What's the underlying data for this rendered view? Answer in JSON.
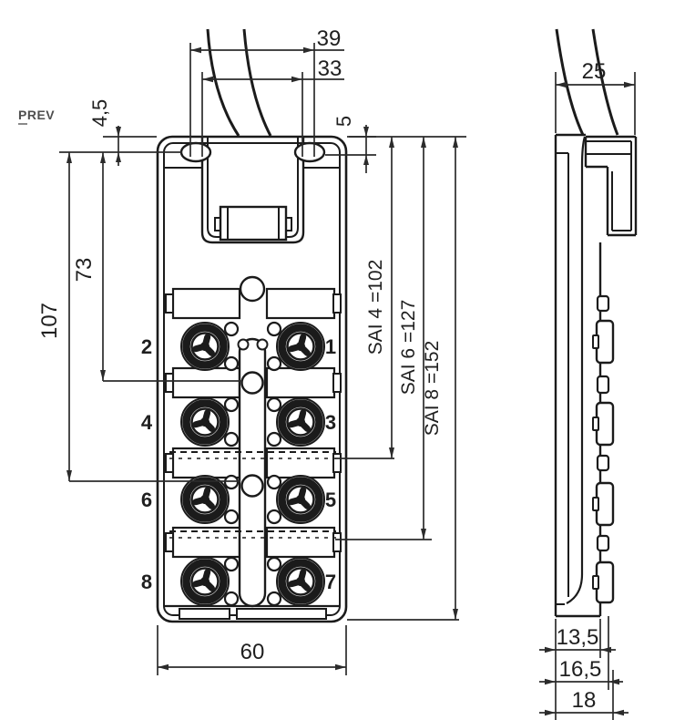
{
  "nav": {
    "prev_label": "PREV"
  },
  "drawing": {
    "colors": {
      "line": "#1b1b1b",
      "dim": "#2b2b2b",
      "background": "#ffffff",
      "prev_text": "#4f4f4f"
    },
    "front_view": {
      "dims": {
        "top_outer": "39",
        "top_inner": "33",
        "edge_to_hole_left": "4,5",
        "edge_to_hole_right": "5",
        "hole_to_module1": "73",
        "hole_to_module2": "107",
        "sai4_height": "SAI 4 =102",
        "sai6_height": "SAI 6 =127",
        "sai8_height": "SAI 8 =152",
        "width": "60"
      },
      "connector_numbers": [
        "1",
        "2",
        "3",
        "4",
        "5",
        "6",
        "7",
        "8"
      ]
    },
    "side_view": {
      "dims": {
        "depth_with_bracket": "25",
        "body_depth": "13,5",
        "depth_small_bump": "16,5",
        "depth_large_bump": "18"
      }
    }
  }
}
